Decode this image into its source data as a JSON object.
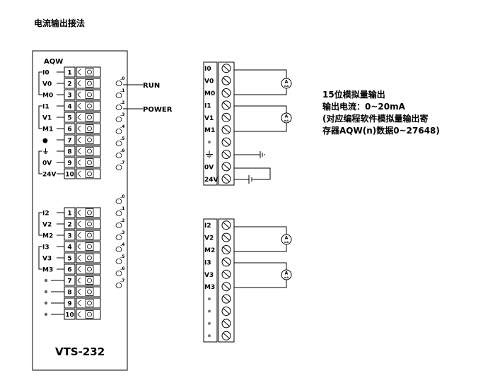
{
  "heading": "电流输出接法",
  "module": {
    "header_label": "AQW",
    "model": "VTS-232",
    "group1_labels": [
      "I0",
      "V0",
      "M0",
      "I1",
      "V1",
      "M1",
      "●",
      "⏚",
      "0V",
      "24V"
    ],
    "group2_labels": [
      "I2",
      "V2",
      "M2",
      "I3",
      "V3",
      "M3",
      "●",
      "●",
      "●",
      "●"
    ],
    "terminal_numbers": [
      "1",
      "2",
      "3",
      "4",
      "5",
      "6",
      "7",
      "8",
      "9",
      "10"
    ],
    "led_group1": [
      ".0",
      ".1",
      ".2",
      ".3",
      ".4",
      ".5",
      ".6",
      ".7"
    ],
    "led_group2": [
      ".0",
      ".1",
      ".2",
      ".3",
      ".4",
      ".5",
      ".6",
      ".7"
    ],
    "run_label": "RUN",
    "power_label": "POWER"
  },
  "wiring1": {
    "labels": [
      "I0",
      "V0",
      "M0",
      "I1",
      "V1",
      "M1",
      "●",
      "⏚",
      "0V",
      "24V"
    ],
    "meter_symbol": "A",
    "meter_sub": "mA"
  },
  "wiring2": {
    "labels": [
      "I2",
      "V2",
      "M2",
      "I3",
      "V3",
      "M3",
      "●",
      "●",
      "●",
      "●"
    ]
  },
  "description": {
    "line1": "15位模拟量输出",
    "line2": "输出电流：0~20mA",
    "line3": "(对应编程软件模拟量输出寄",
    "line4": "存器AQW(n)数据0~27648)"
  }
}
